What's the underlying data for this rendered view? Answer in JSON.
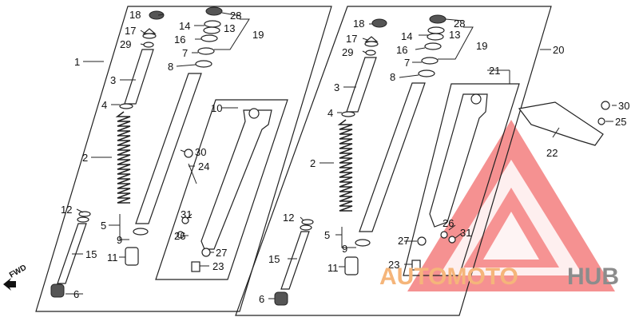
{
  "labels": {
    "p1": "1",
    "p2": "2",
    "p3": "3",
    "p4": "4",
    "p5": "5",
    "p6": "6",
    "p7": "7",
    "p8": "8",
    "p9": "9",
    "p10": "10",
    "p11": "11",
    "p12": "12",
    "p13": "13",
    "p14": "14",
    "p15": "15",
    "p16": "16",
    "p17": "17",
    "p18": "18",
    "p19": "19",
    "p20": "20",
    "p21": "21",
    "p22": "22",
    "p23": "23",
    "p24": "24",
    "p25": "25",
    "p26": "26",
    "p27": "27",
    "p28": "28",
    "p29": "29",
    "p30": "30",
    "p31": "31"
  },
  "fwd": "FWD",
  "watermark": {
    "part1": "AUTOMOTO",
    "part2": "HUB"
  }
}
